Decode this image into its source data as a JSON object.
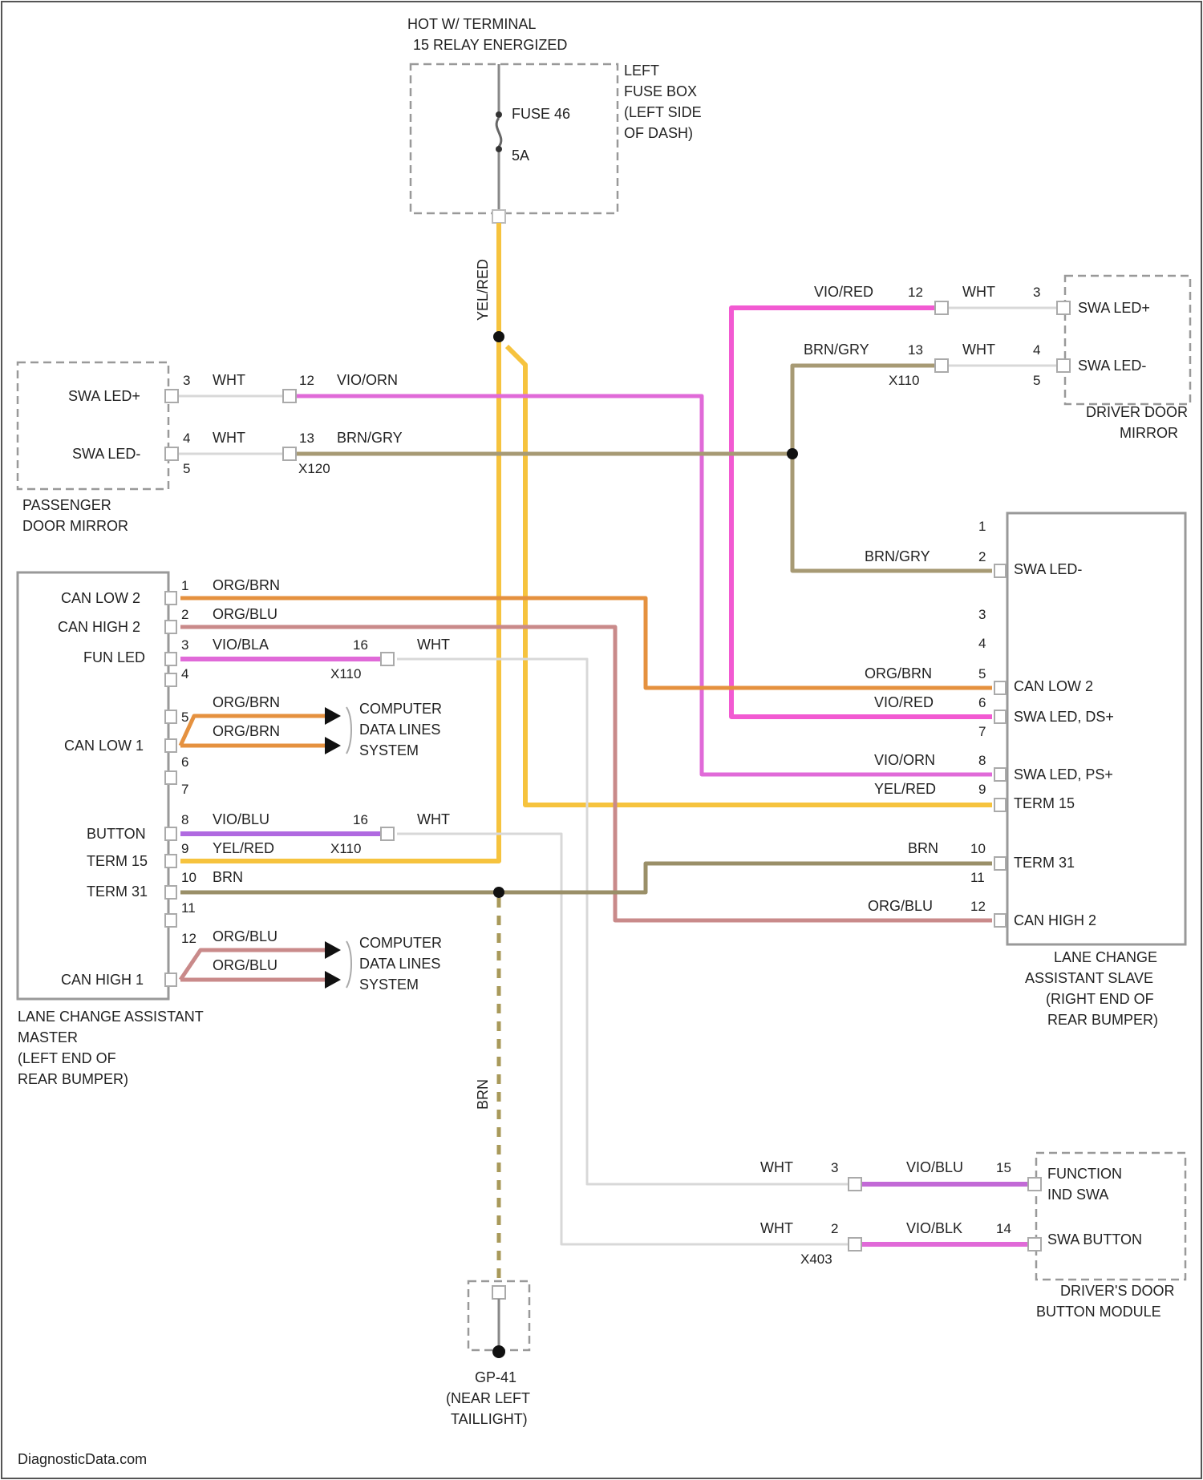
{
  "power": {
    "header_line1": "HOT W/ TERMINAL",
    "header_line2": "15 RELAY ENERGIZED",
    "fuse_name": "FUSE 46",
    "fuse_rating": "5A",
    "fusebox_line1": "LEFT",
    "fusebox_line2": "FUSE BOX",
    "fusebox_line3": "(LEFT SIDE",
    "fusebox_line4": "OF DASH)",
    "riser_wire": "YEL/RED"
  },
  "passenger_mirror": {
    "pin_pos": "SWA LED+",
    "pin_neg": "SWA LED-",
    "pin3": "3",
    "pin4": "4",
    "pin5": "5",
    "wire_a": "WHT",
    "wire_b": "WHT",
    "conn_pin_a": "12",
    "conn_pin_b": "13",
    "wire_c": "VIO/ORN",
    "wire_d": "BRN/GRY",
    "connector": "X120",
    "title_line1": "PASSENGER",
    "title_line2": "DOOR MIRROR"
  },
  "driver_mirror": {
    "wire_pos": "VIO/RED",
    "wire_neg": "BRN/GRY",
    "conn_pin_a": "12",
    "conn_pin_b": "13",
    "connector": "X110",
    "wht_a": "WHT",
    "wht_b": "WHT",
    "pin3": "3",
    "pin4": "4",
    "pin5": "5",
    "pin_pos": "SWA LED+",
    "pin_neg": "SWA LED-",
    "title_line1": "DRIVER DOOR",
    "title_line2": "MIRROR"
  },
  "master": {
    "pins": [
      "CAN LOW 2",
      "CAN HIGH 2",
      "FUN LED",
      "CAN LOW 1",
      "BUTTON",
      "TERM 15",
      "TERM 31",
      "CAN HIGH 1"
    ],
    "n1": "1",
    "n2": "2",
    "n3": "3",
    "n4": "4",
    "n5": "5",
    "n6": "6",
    "n7": "7",
    "n8": "8",
    "n9": "9",
    "n10": "10",
    "n11": "11",
    "n12": "12",
    "w1": "ORG/BRN",
    "w2": "ORG/BLU",
    "w3": "VIO/BLA",
    "w5": "ORG/BRN",
    "w6": "ORG/BRN",
    "w8": "VIO/BLU",
    "w9": "YEL/RED",
    "w10": "BRN",
    "w12": "ORG/BLU",
    "w13": "ORG/BLU",
    "conn_pin_a": "16",
    "conn_pin_b": "16",
    "connector_a": "X110",
    "connector_b": "X110",
    "wht_a": "WHT",
    "wht_b": "WHT",
    "computer_line1": "COMPUTER",
    "computer_line2": "DATA LINES",
    "computer_line3": "SYSTEM",
    "title_line1": "LANE CHANGE ASSISTANT",
    "title_line2": "MASTER",
    "title_line3": "(LEFT END OF",
    "title_line4": "REAR BUMPER)"
  },
  "slave": {
    "n1": "1",
    "n2": "2",
    "n3": "3",
    "n4": "4",
    "n5": "5",
    "n6": "6",
    "n7": "7",
    "n8": "8",
    "n9": "9",
    "n10": "10",
    "n11": "11",
    "n12": "12",
    "pin2": "SWA LED-",
    "pin5": "CAN LOW 2",
    "pin6": "SWA LED, DS+",
    "pin8": "SWA LED, PS+",
    "pin9": "TERM 15",
    "pin10": "TERM 31",
    "pin12": "CAN HIGH 2",
    "w2": "BRN/GRY",
    "w5": "ORG/BRN",
    "w6": "VIO/RED",
    "w8": "VIO/ORN",
    "w9": "YEL/RED",
    "w10": "BRN",
    "w12": "ORG/BLU",
    "title_line1": "LANE CHANGE",
    "title_line2": "ASSISTANT SLAVE",
    "title_line3": "(RIGHT END OF",
    "title_line4": "REAR BUMPER)"
  },
  "button_module": {
    "wht_a": "WHT",
    "wht_b": "WHT",
    "conn_pin_a": "3",
    "conn_pin_b": "2",
    "connector": "X403",
    "wire_a": "VIO/BLU",
    "wire_b": "VIO/BLK",
    "pin_a": "15",
    "pin_b": "14",
    "label_a1": "FUNCTION",
    "label_a2": "IND SWA",
    "label_b": "SWA BUTTON",
    "title_line1": "DRIVER'S DOOR",
    "title_line2": "BUTTON MODULE"
  },
  "ground": {
    "wire": "BRN",
    "name": "GP-41",
    "loc_line1": "(NEAR LEFT",
    "loc_line2": "TAILLIGHT)"
  },
  "footer": "DiagnosticData.com",
  "colors": {
    "yellow": "#f6c33e",
    "magenta": "#ee55d6",
    "violet": "#c26ad6",
    "olive": "#a79a74",
    "orange": "#e5913f",
    "rose": "#c98a8a",
    "white_wire": "#d8d8d8",
    "dash": "#999999"
  }
}
